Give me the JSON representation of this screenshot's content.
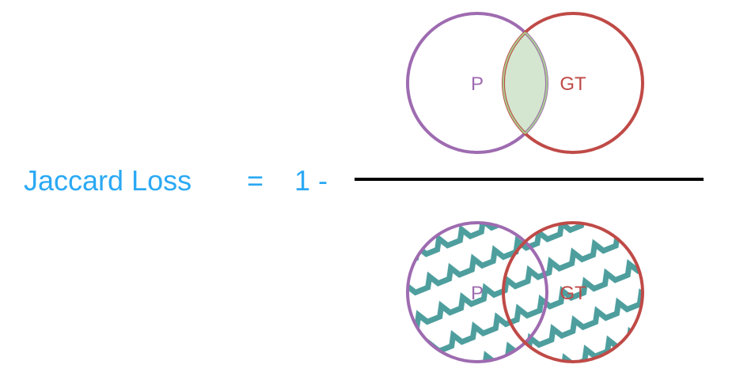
{
  "equation": {
    "lhs": "Jaccard Loss",
    "equals": "=",
    "one_minus": "1 -"
  },
  "numerator": {
    "left_label": "P",
    "right_label": "GT"
  },
  "denominator": {
    "left_label": "P",
    "right_label": "GT"
  },
  "colors": {
    "equation_text": "#2aa9f4",
    "p_circle": "#9e6bb0",
    "gt_circle": "#bf4a47",
    "intersection_fill": "#d4e6cf",
    "intersection_stroke": "#a8d08e",
    "union_pattern": "#4e9e9e",
    "fraction_bar": "#000000"
  }
}
